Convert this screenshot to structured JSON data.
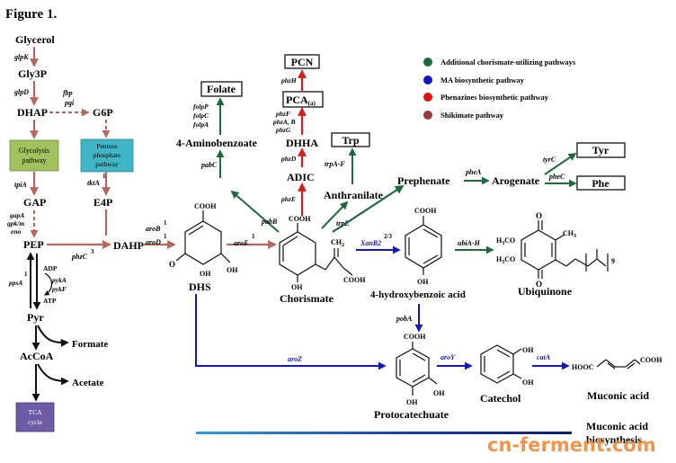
{
  "figure_title": "Figure 1.",
  "legend": [
    {
      "label": "Additional chorismate-utilizing pathways",
      "color": "#1e6a3a"
    },
    {
      "label": "MA biosynthetic pathway",
      "color": "#1515c8"
    },
    {
      "label": "Phenazines biosynthetic pathway",
      "color": "#e01010"
    },
    {
      "label": "Shikimate pathway",
      "color": "#9c3a33"
    }
  ],
  "colors": {
    "shikimate": "#b8675f",
    "additional": "#1e6a3a",
    "ma": "#1515c8",
    "phenazine": "#d41f1f",
    "dark": "#111111",
    "glycolysis_box": "#a2c15f",
    "pentose_box": "#3fb5c6",
    "tca_box": "#6e5aa6"
  },
  "metabolites": {
    "glycerol": "Glycerol",
    "gly3p": "Gly3P",
    "dhap": "DHAP",
    "g6p": "G6P",
    "gap": "GAP",
    "e4p": "E4P",
    "pep": "PEP",
    "dahp": "DAHP",
    "dhs": "DHS",
    "chorismate": "Chorismate",
    "pyr": "Pyr",
    "accoa": "AcCoA",
    "formate": "Formate",
    "acetate": "Acetate",
    "aminobenzoate": "4-Aminobenzoate",
    "folate": "Folate",
    "pcn": "PCN",
    "pca_main": "PCA",
    "pca_sub": "(a)",
    "dhha": "DHHA",
    "adic": "ADIC",
    "trp": "Trp",
    "anthranilate": "Anthranilate",
    "prephenate": "Prephenate",
    "arogenate": "Arogenate",
    "tyr": "Tyr",
    "phe": "Phe",
    "hba": "4-hydroxybenzoic acid",
    "ubiquinone": "Ubiquinone",
    "protocatechuate": "Protocatechuate",
    "catechol": "Catechol",
    "muconic": "Muconic acid",
    "muconic_bottom": "Muconic acid",
    "biosynthesis_partial": "biosynthesis"
  },
  "boxes": {
    "glycolysis_line1": "Glycolysis",
    "glycolysis_line2": "pathway",
    "pentose_line1": "Pentose",
    "pentose_line2": "phosphate",
    "pentose_line3": "pathway",
    "tca_line1": "TCA",
    "tca_line2": "cycle"
  },
  "genes": {
    "glpK": "glpK",
    "glpD": "glpD",
    "fbp": "fbp",
    "pgi": "pgi",
    "tktA": "tktA",
    "tktA_sup": "1",
    "tpiA": "tpiA",
    "gapA": "gapA",
    "gpkm": "gpk/m",
    "eno": "eno",
    "ppsA": "ppsA",
    "ppsA_sup": "1",
    "adp": "ADP",
    "pykA": "pykA",
    "pykF": "pykF",
    "atp": "ATP",
    "phzC": "phzC",
    "phzC_sup": "3",
    "aroB": "aroB",
    "aroB_sup": "1",
    "aroD": "aroD",
    "aroD_sup": "1",
    "aroE": "aroE",
    "aroE_sup": "1",
    "pabC": "pabC",
    "pabB": "pabB",
    "folP": "folpP",
    "folC": "folpC",
    "folA": "folpA",
    "phzH": "phzH",
    "phzF": "phzF",
    "phzAB": "phzA, B",
    "phzG": "phzG",
    "phzD": "phzD",
    "phzE": "phzE",
    "trpAF": "trpA-F",
    "trpE": "trpE",
    "pheA": "pheA",
    "tyrC": "tyrC",
    "pheC": "pheC",
    "xanB2": "XanB2",
    "xanB2_sup": "2/3",
    "ubiAH": "ubiA-H",
    "pobA": "pobA",
    "aroZ": "aroZ",
    "aroY": "aroY",
    "catA": "catA"
  },
  "chem": {
    "cooh": "COOH",
    "o": "O",
    "oh": "OH",
    "ch2": "CH",
    "ch2_sub": "2",
    "h3co": "H",
    "h3co_sub": "3",
    "h3co_rest": "CO",
    "ch3": "CH",
    "ch3_sub": "3",
    "rep": "9",
    "hooc": "HOOC"
  },
  "watermark": "cn-ferment.com"
}
